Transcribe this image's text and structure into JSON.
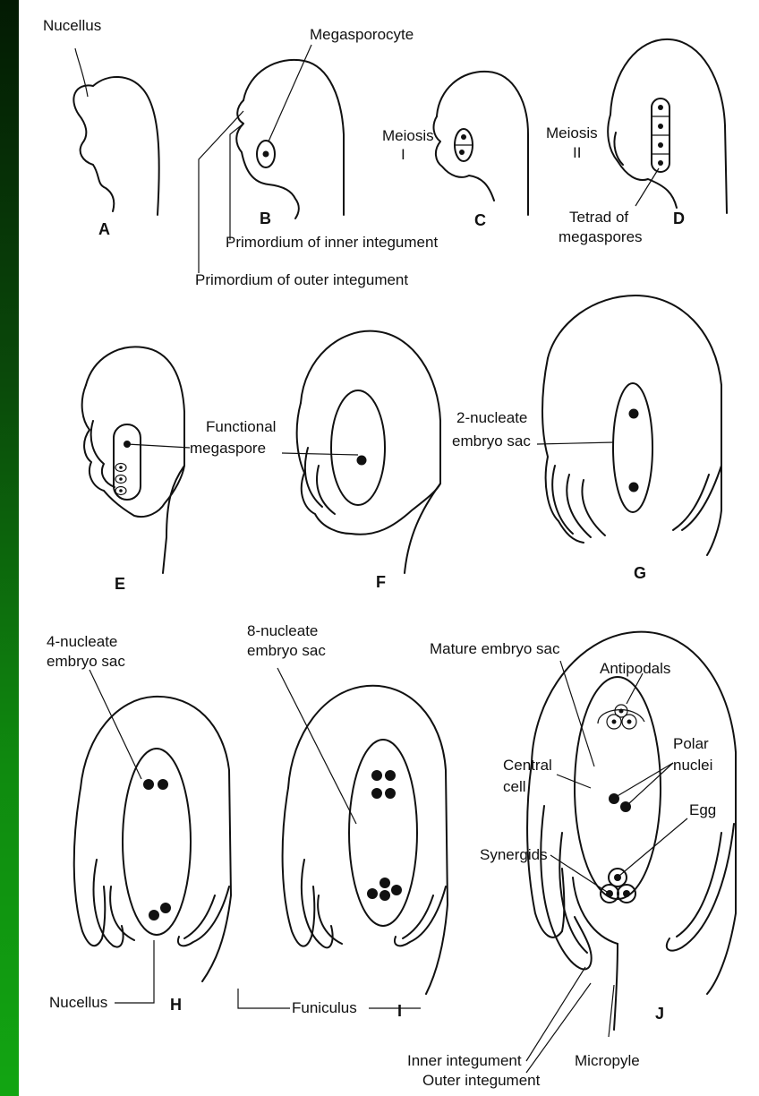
{
  "figure": {
    "panels": [
      "A",
      "B",
      "C",
      "D",
      "E",
      "F",
      "G",
      "H",
      "I",
      "J"
    ],
    "labels": {
      "nucellus_a": "Nucellus",
      "megasporocyte": "Megasporocyte",
      "primordium_inner": "Primordium of inner integument",
      "primordium_outer": "Primordium of outer integument",
      "meiosis": "Meiosis",
      "meiosis_1": "I",
      "meiosis_2_word": "Meiosis",
      "meiosis_2": "II",
      "tetrad_1": "Tetrad of",
      "tetrad_2": "megaspores",
      "functional_1": "Functional",
      "functional_2": "megaspore",
      "two_nucleate_1": "2-nucleate",
      "two_nucleate_2": "embryo sac",
      "four_nucleate_1": "4-nucleate",
      "four_nucleate_2": "embryo sac",
      "eight_nucleate_1": "8-nucleate",
      "eight_nucleate_2": "embryo sac",
      "mature_sac": "Mature embryo sac",
      "antipodals": "Antipodals",
      "polar_1": "Polar",
      "polar_2": "nuclei",
      "central_1": "Central",
      "central_2": "cell",
      "egg": "Egg",
      "synergids": "Synergids",
      "nucellus_h": "Nucellus",
      "funiculus": "Funiculus",
      "inner_integument": "Inner integument",
      "outer_integument": "Outer integument",
      "micropyle": "Micropyle"
    }
  }
}
